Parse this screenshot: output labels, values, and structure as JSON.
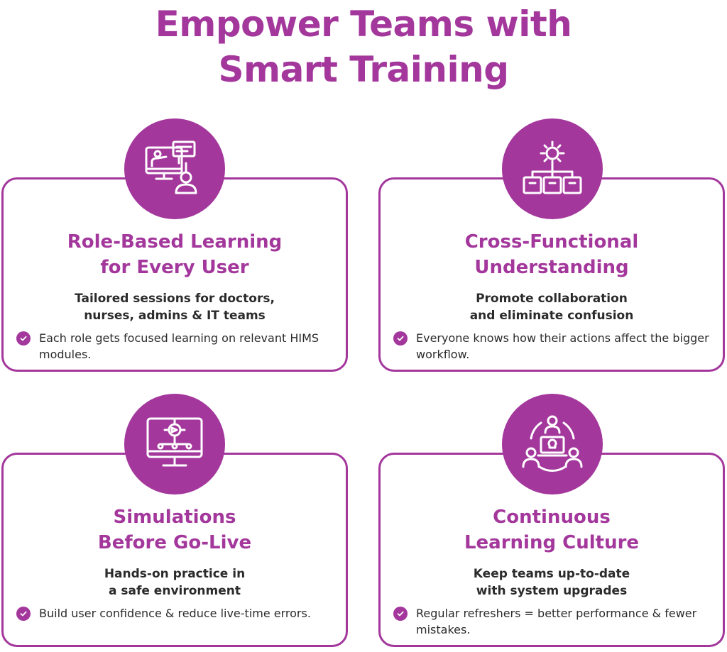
{
  "heading": {
    "line1": "Empower Teams with",
    "line2": "Smart Training"
  },
  "colors": {
    "accent": "#a3379c",
    "text": "#2b2b2b",
    "background": "#ffffff"
  },
  "cards": [
    {
      "icon": "presentation-trainer-icon",
      "title_line1": "Role-Based Learning",
      "title_line2": "for Every User",
      "subtitle_line1": "Tailored sessions for doctors,",
      "subtitle_line2": "nurses, admins & IT teams",
      "point": "Each role gets focused learning on relevant HIMS modules."
    },
    {
      "icon": "gear-workflow-icon",
      "title_line1": "Cross-Functional",
      "title_line2": "Understanding",
      "subtitle_line1": "Promote collaboration",
      "subtitle_line2": "and eliminate confusion",
      "point": "Everyone knows how their actions affect the bigger workflow."
    },
    {
      "icon": "monitor-gear-network-icon",
      "title_line1": "Simulations",
      "title_line2": "Before Go-Live",
      "subtitle_line1": "Hands-on practice in",
      "subtitle_line2": "a safe environment",
      "point": "Build user confidence & reduce live-time errors."
    },
    {
      "icon": "team-learning-cycle-icon",
      "title_line1": "Continuous",
      "title_line2": "Learning Culture",
      "subtitle_line1": "Keep teams up-to-date",
      "subtitle_line2": "with system upgrades",
      "point": "Regular refreshers = better performance & fewer mistakes."
    }
  ]
}
